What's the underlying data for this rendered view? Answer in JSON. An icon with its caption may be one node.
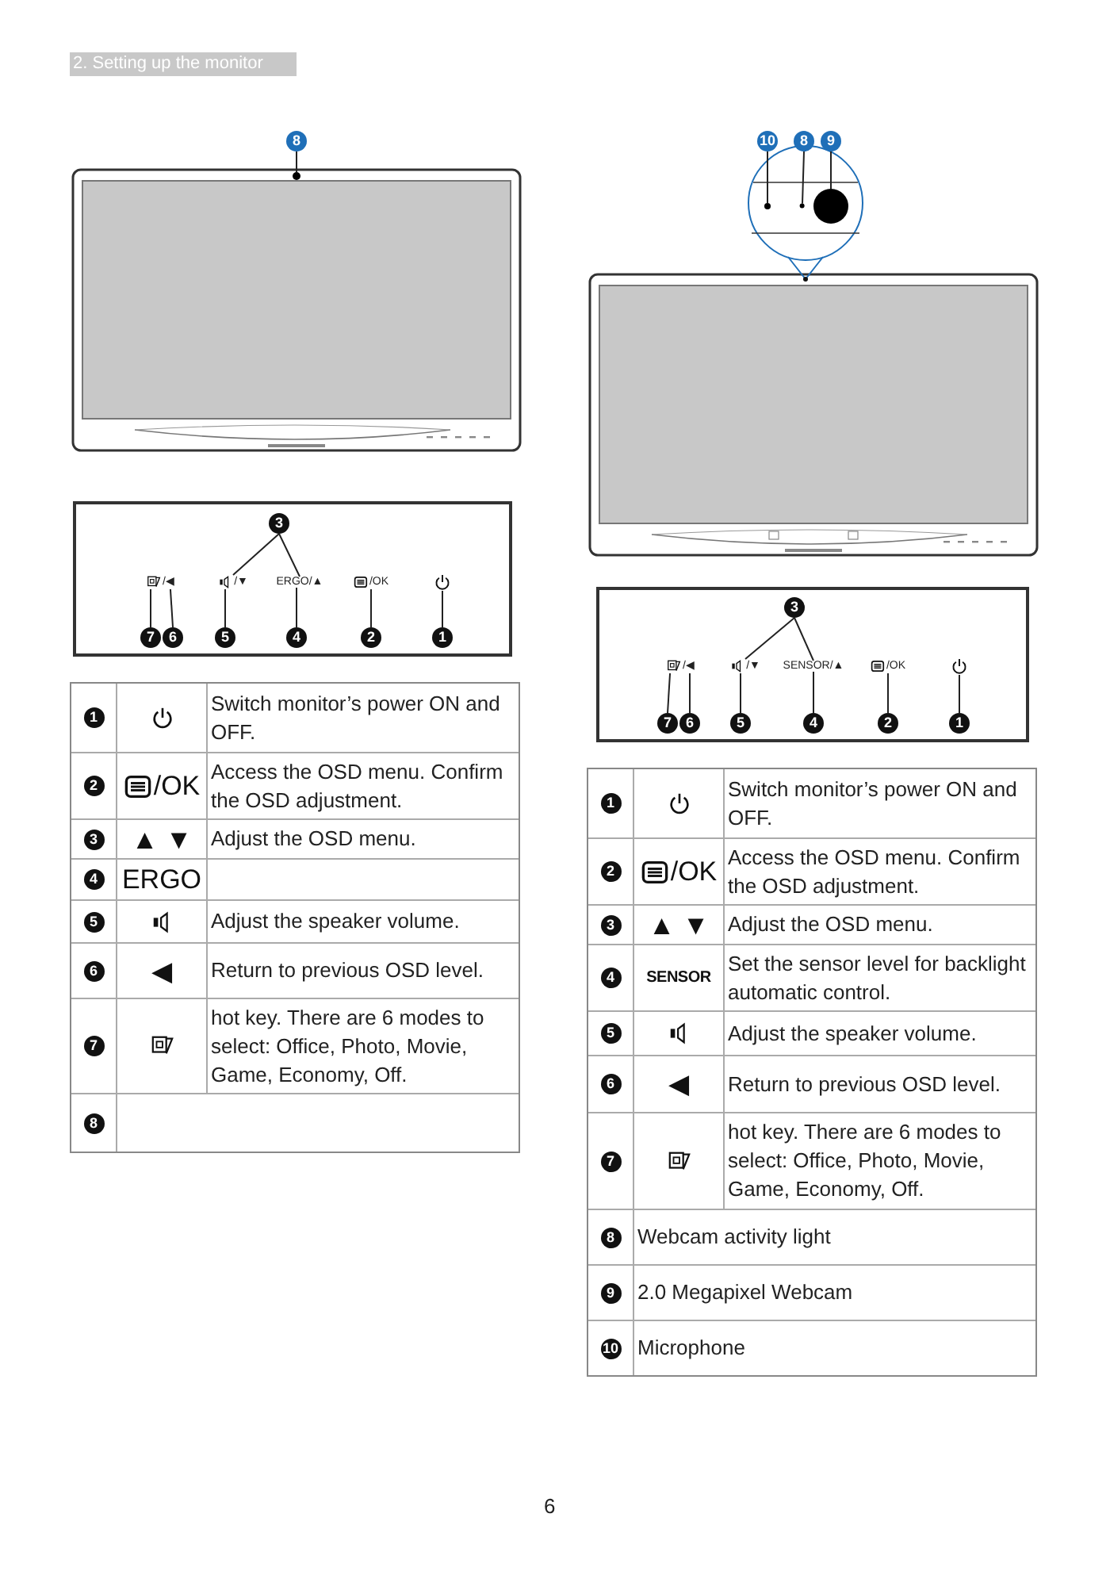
{
  "diagram": {
    "nodes": [
      {
        "text": [
          "8"
        ]
      },
      {
        "text": [],
        "shape": "circle"
      },
      {
        "text": [],
        "shape": "box"
      },
      {
        "text": [
          "3"
        ],
        "in": 2
      },
      {
        "text": [
          "/◀"
        ],
        "in": 2
      },
      {
        "text": [
          "/▼"
        ],
        "in": 2
      },
      {
        "text": [
          "ERGO/▲"
        ],
        "in": 2
      },
      {
        "text": [
          "/OK"
        ],
        "in": 2
      },
      {
        "text": [],
        "shape": "icon",
        "in": 2
      },
      {
        "text": [
          "7"
        ],
        "in": 2
      },
      {
        "text": [
          "6"
        ],
        "in": 2
      },
      {
        "text": [
          "5"
        ],
        "in": 2
      },
      {
        "text": [
          "4"
        ],
        "in": 2
      },
      {
        "text": [
          "2"
        ],
        "in": 2
      },
      {
        "text": [
          "1"
        ],
        "in": 2
      },
      {
        "text": [
          "10"
        ]
      },
      {
        "text": [
          "8"
        ]
      },
      {
        "text": [
          "9"
        ]
      },
      {
        "text": [],
        "shape": "circle"
      },
      {
        "text": [],
        "shape": "circle"
      },
      {
        "text": [],
        "shape": "circle"
      },
      {
        "text": [],
        "shape": "box"
      },
      {
        "text": [
          "3"
        ],
        "in": 21
      },
      {
        "text": [
          "/◀"
        ],
        "in": 21
      },
      {
        "text": [
          "/▼"
        ],
        "in": 21
      },
      {
        "text": [
          "SENSOR/▲"
        ],
        "in": 21
      },
      {
        "text": [
          "/OK"
        ],
        "in": 21
      },
      {
        "text": [],
        "shape": "icon",
        "in": 21
      },
      {
        "text": [
          "7"
        ],
        "in": 21
      },
      {
        "text": [
          "6"
        ],
        "in": 21
      },
      {
        "text": [
          "5"
        ],
        "in": 21
      },
      {
        "text": [
          "4"
        ],
        "in": 21
      },
      {
        "text": [
          "2"
        ],
        "in": 21
      },
      {
        "text": [
          "1"
        ],
        "in": 21
      },
      {
        "text": [
          "1"
        ]
      },
      {
        "text": [
          "2"
        ]
      },
      {
        "text": [
          "3"
        ]
      },
      {
        "text": [
          "4"
        ]
      },
      {
        "text": [
          "5"
        ]
      },
      {
        "text": [
          "6"
        ]
      },
      {
        "text": [
          "7"
        ]
      },
      {
        "text": [
          "8"
        ]
      },
      {
        "text": [
          "1"
        ]
      },
      {
        "text": [
          "2"
        ]
      },
      {
        "text": [
          "3"
        ]
      },
      {
        "text": [
          "4"
        ]
      },
      {
        "text": [
          "5"
        ]
      },
      {
        "text": [
          "6"
        ]
      },
      {
        "text": [
          "7"
        ]
      },
      {
        "text": [
          "8"
        ]
      },
      {
        "text": [
          "9"
        ]
      },
      {
        "text": [
          "10"
        ]
      }
    ],
    "edges": [
      {
        "from": 0,
        "to": 1,
        "arrow": "none"
      },
      {
        "from": 3,
        "to": 5,
        "arrow": "none"
      },
      {
        "from": 3,
        "to": 6,
        "arrow": "none"
      },
      {
        "from": 9,
        "to": 4,
        "arrow": "none"
      },
      {
        "from": 10,
        "to": 4,
        "arrow": "none"
      },
      {
        "from": 11,
        "to": 5,
        "arrow": "none"
      },
      {
        "from": 12,
        "to": 6,
        "arrow": "none"
      },
      {
        "from": 13,
        "to": 7,
        "arrow": "none"
      },
      {
        "from": 14,
        "to": 8,
        "arrow": "none"
      },
      {
        "from": 15,
        "to": 18,
        "arrow": "none"
      },
      {
        "from": 16,
        "to": 19,
        "arrow": "none"
      },
      {
        "from": 17,
        "to": 20,
        "arrow": "none"
      },
      {
        "from": 22,
        "to": 24,
        "arrow": "none"
      },
      {
        "from": 22,
        "to": 25,
        "arrow": "none"
      },
      {
        "from": 28,
        "to": 23,
        "arrow": "none"
      },
      {
        "from": 29,
        "to": 23,
        "arrow": "none"
      },
      {
        "from": 30,
        "to": 24,
        "arrow": "none"
      },
      {
        "from": 31,
        "to": 25,
        "arrow": "none"
      },
      {
        "from": 32,
        "to": 26,
        "arrow": "none"
      },
      {
        "from": 33,
        "to": 27,
        "arrow": "none"
      }
    ],
    "labels": [
      "2. Setting up the monitor",
      "Switch monitor’s power ON and OFF.",
      "/OK",
      "Access the OSD menu. Confirm the OSD adjustment.",
      "▲ ▼",
      "Adjust the OSD menu.",
      "ERGO",
      "Adjust the speaker volume.",
      "◀",
      "Return to previous OSD level.",
      "hot key. There are 6 modes to select: Office, Photo, Movie, Game, Economy, Off.",
      "Switch monitor’s power ON and OFF.",
      "/OK",
      "Access the OSD menu. Confirm the OSD adjustment.",
      "▲ ▼",
      "Adjust the OSD menu.",
      "SENSOR",
      "Set the sensor level for backlight automatic control.",
      "Adjust the speaker volume.",
      "◀",
      "Return to previous OSD level.",
      "hot key. There are 6 modes to select: Office, Photo, Movie, Game, Economy, Off.",
      "Webcam activity light",
      "2.0 Megapixel Webcam",
      "Microphone",
      "6"
    ]
  }
}
